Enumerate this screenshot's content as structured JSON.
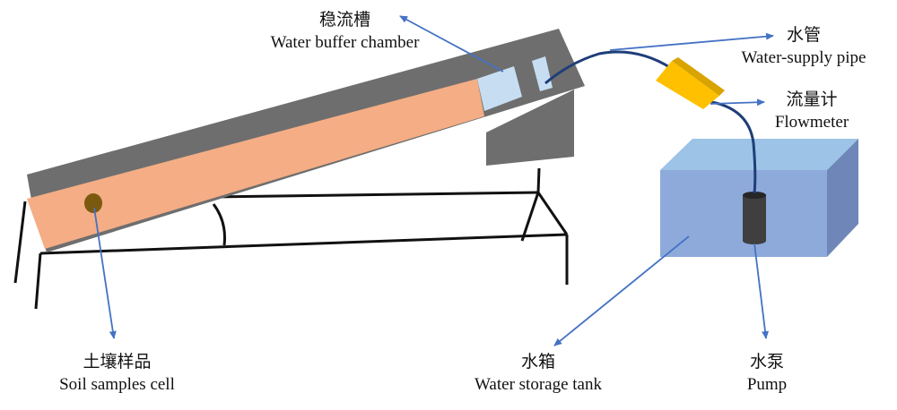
{
  "labels": {
    "buffer_chamber": {
      "cn": "稳流槽",
      "en": "Water buffer chamber"
    },
    "supply_pipe": {
      "cn": "水管",
      "en": "Water-supply pipe"
    },
    "flowmeter": {
      "cn": "流量计",
      "en": "Flowmeter"
    },
    "soil_cell": {
      "cn": "土壤样品",
      "en": "Soil samples cell"
    },
    "storage_tank": {
      "cn": "水箱",
      "en": "Water storage tank"
    },
    "pump": {
      "cn": "水泵",
      "en": "Pump"
    }
  },
  "colors": {
    "flume_body": "#6e6e6e",
    "soil": "#f4ad85",
    "buffer_water": "#c7def2",
    "tank_front": "#8eaadb",
    "tank_top": "#9dc3e6",
    "tank_side": "#6f87b8",
    "flowmeter": "#ffc000",
    "pump": "#3f3f3f",
    "arrow": "#4472c4",
    "pipe": "#1f3e79"
  }
}
